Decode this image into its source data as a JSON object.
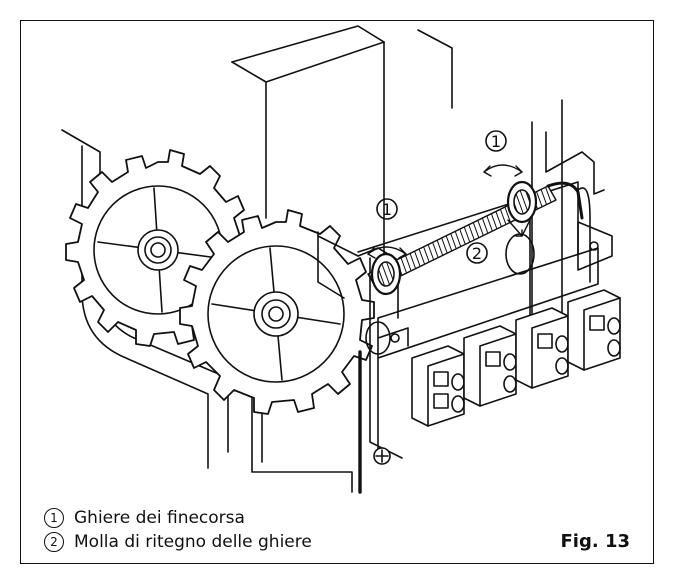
{
  "callouts": {
    "ring_top": "①",
    "ring_left": "①",
    "spring": "②"
  },
  "legend": [
    {
      "number": "①",
      "text": "Ghiere dei finecorsa"
    },
    {
      "number": "②",
      "text": "Molla di ritegno delle ghiere"
    }
  ],
  "figure_label": "Fig. 13"
}
